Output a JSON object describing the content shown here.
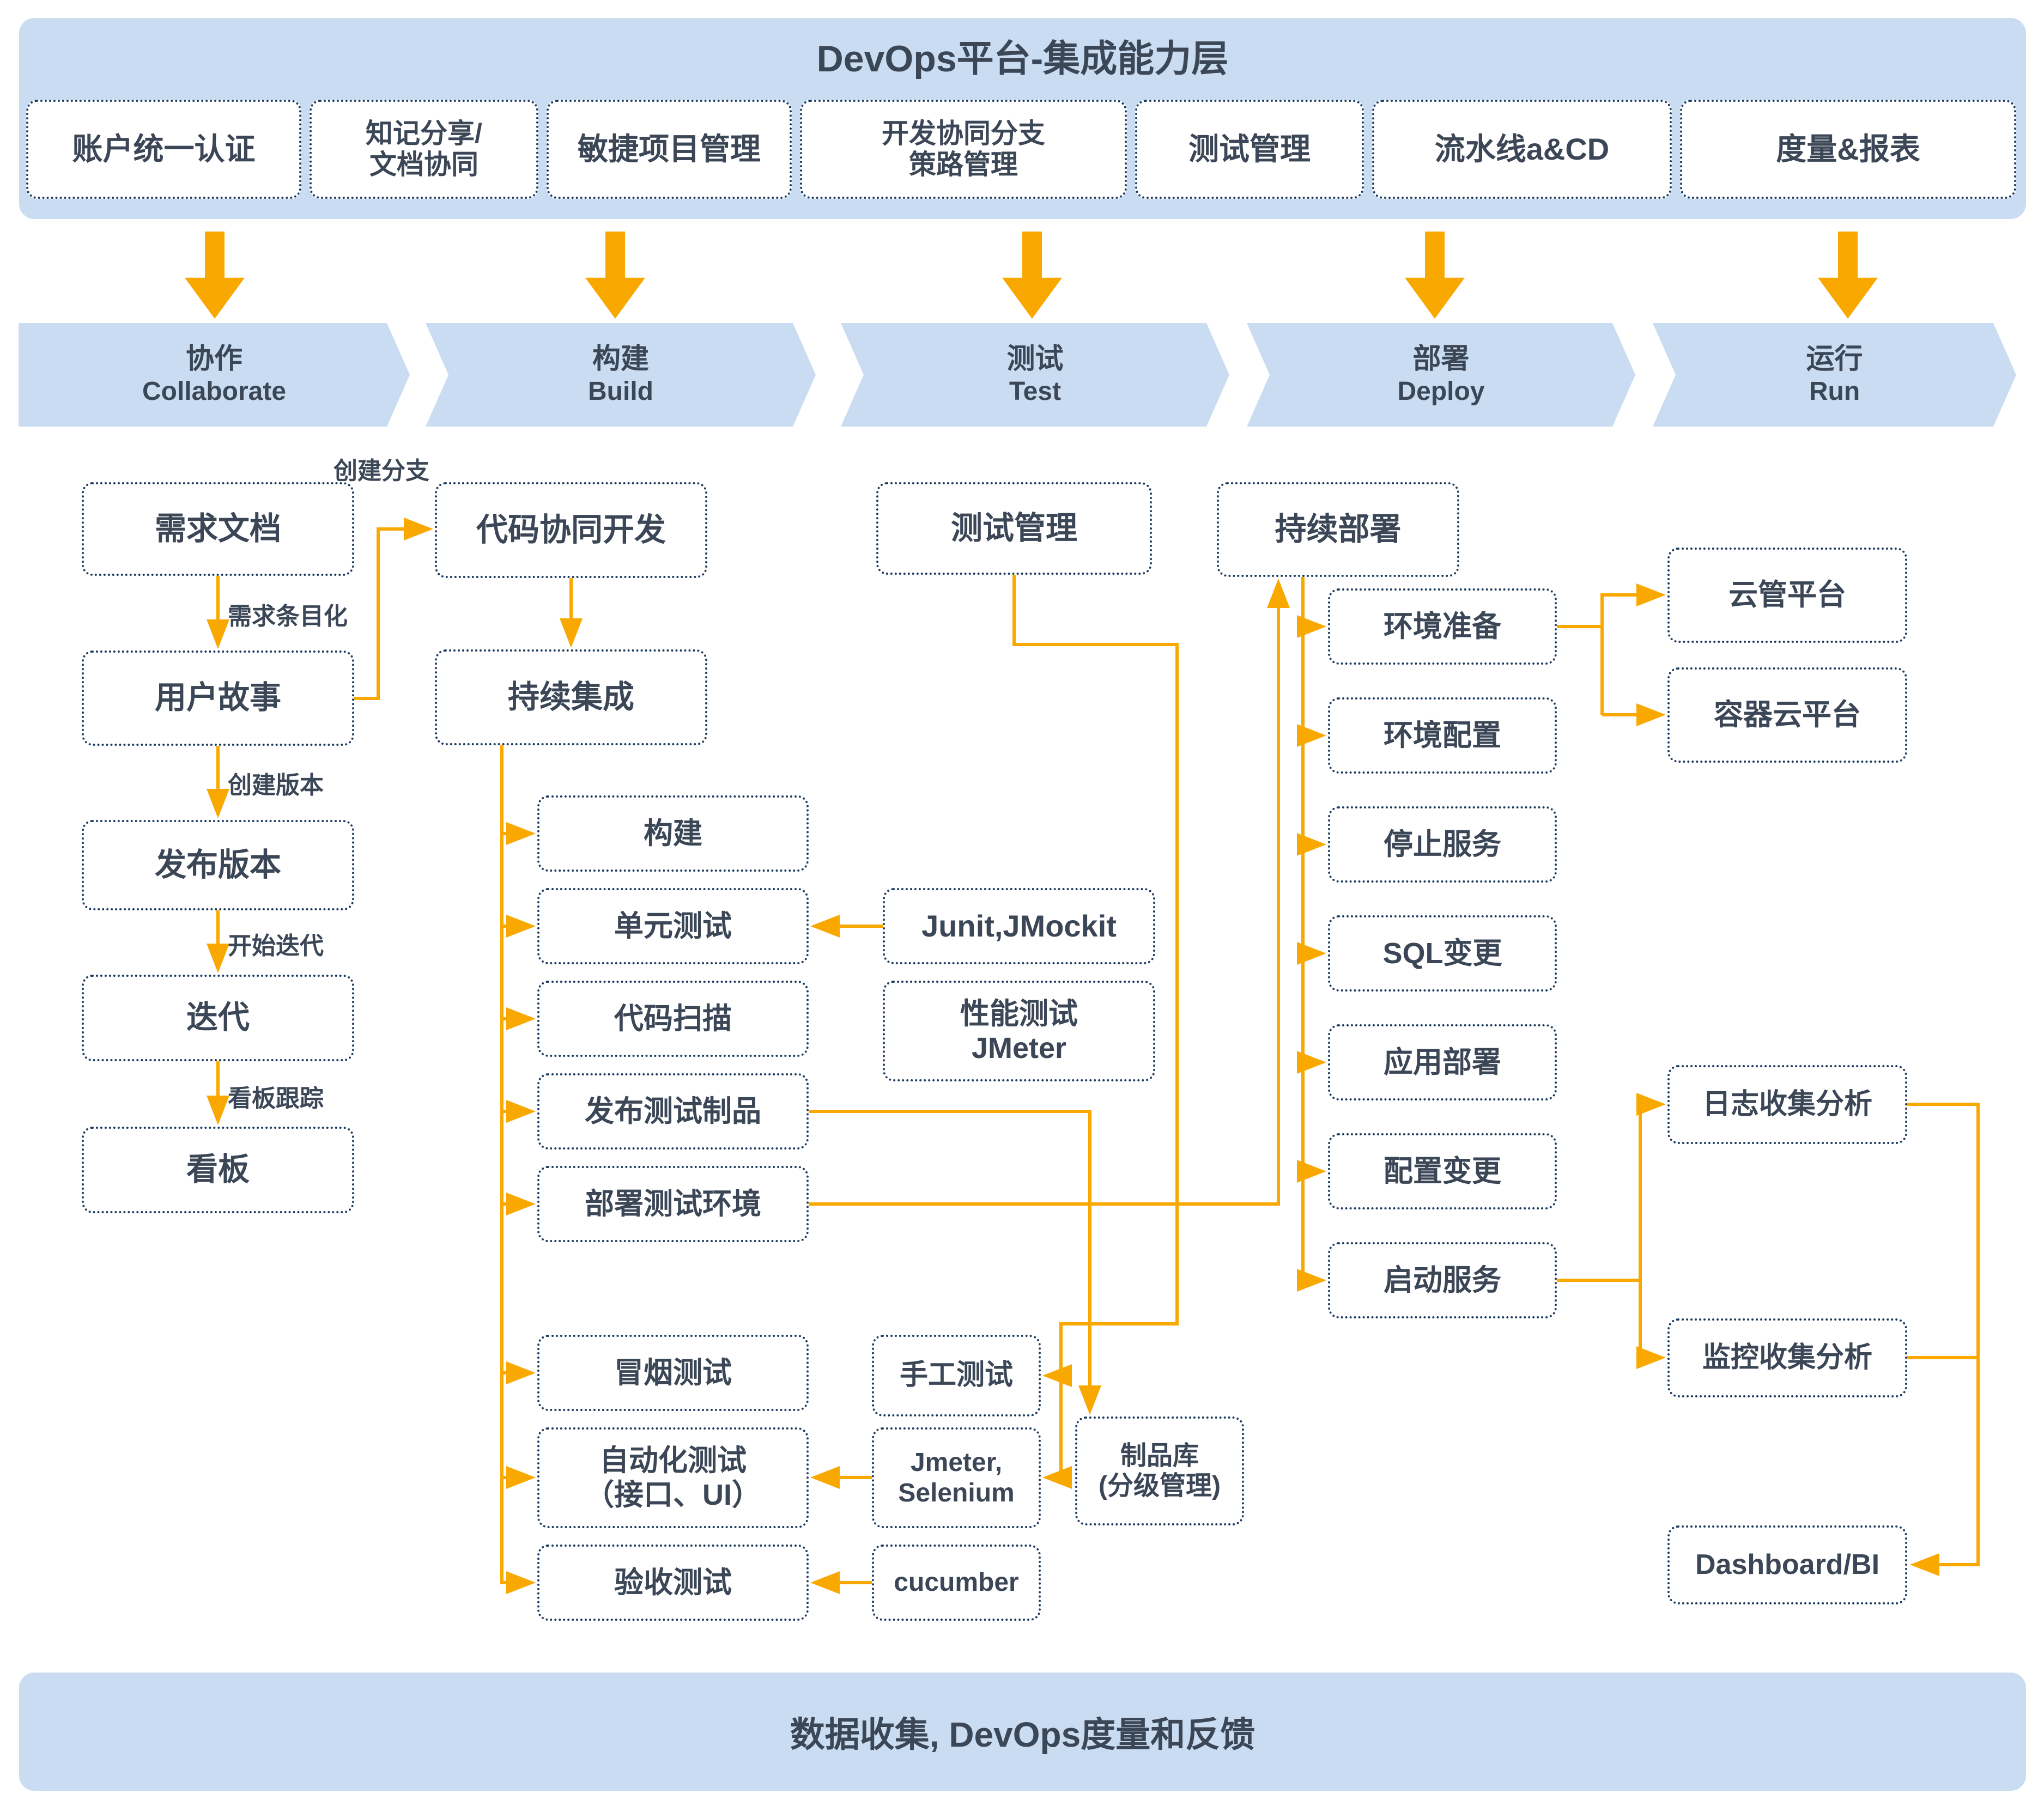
{
  "header": {
    "title": "DevOps平台-集成能力层",
    "capabilities": [
      "账户统一认证",
      "知记分享/\n文档协同",
      "敏捷项目管理",
      "开发协同分支\n策路管理",
      "测试管理",
      "流水线a&CD",
      "度量&报表"
    ]
  },
  "stages": [
    {
      "zh": "协作",
      "en": "Collaborate"
    },
    {
      "zh": "构建",
      "en": "Build"
    },
    {
      "zh": "测试",
      "en": "Test"
    },
    {
      "zh": "部署",
      "en": "Deploy"
    },
    {
      "zh": "运行",
      "en": "Run"
    }
  ],
  "nodes": {
    "reqdoc": "需求文档",
    "userstory": "用户故事",
    "release": "发布版本",
    "iteration": "迭代",
    "kanban": "看板",
    "codedev": "代码协同开发",
    "ci": "持续集成",
    "build": "构建",
    "unittest": "单元测试",
    "codescan": "代码扫描",
    "pubartifact": "发布测试制品",
    "deploytestenv": "部署测试环境",
    "smoketest": "冒烟测试",
    "autotest": "自动化测试\n（接口、UI）",
    "uat": "验收测试",
    "testmgmt": "测试管理",
    "junit": "Junit,JMockit",
    "perftest": "性能测试\nJMeter",
    "manualtest": "手工测试",
    "jmeterselenium": "Jmeter,\nSelenium",
    "cucumber": "cucumber",
    "artifactrepo": "制品库\n(分级管理)",
    "cd": "持续部署",
    "envprep": "环境准备",
    "envconf": "环境配置",
    "stopsvc": "停止服务",
    "sqlchange": "SQL变更",
    "appdeploy": "应用部署",
    "confchange": "配置变更",
    "startsvc": "启动服务",
    "cloudmgmt": "云管平台",
    "containercloud": "容器云平台",
    "logcollect": "日志收集分析",
    "monitor": "监控收集分析",
    "dashboard": "Dashboard/BI"
  },
  "edge_labels": {
    "create_branch": "创建分支",
    "itemize": "需求条目化",
    "create_version": "创建版本",
    "start_iteration": "开始迭代",
    "kanban_track": "看板跟踪"
  },
  "footer": {
    "title": "数据收集, DevOps度量和反馈"
  },
  "colors": {
    "accent_orange": "#F9A800",
    "banner_blue": "#C9DCF2",
    "border_navy": "#1B3A5F",
    "text_dark": "#3B4656"
  }
}
